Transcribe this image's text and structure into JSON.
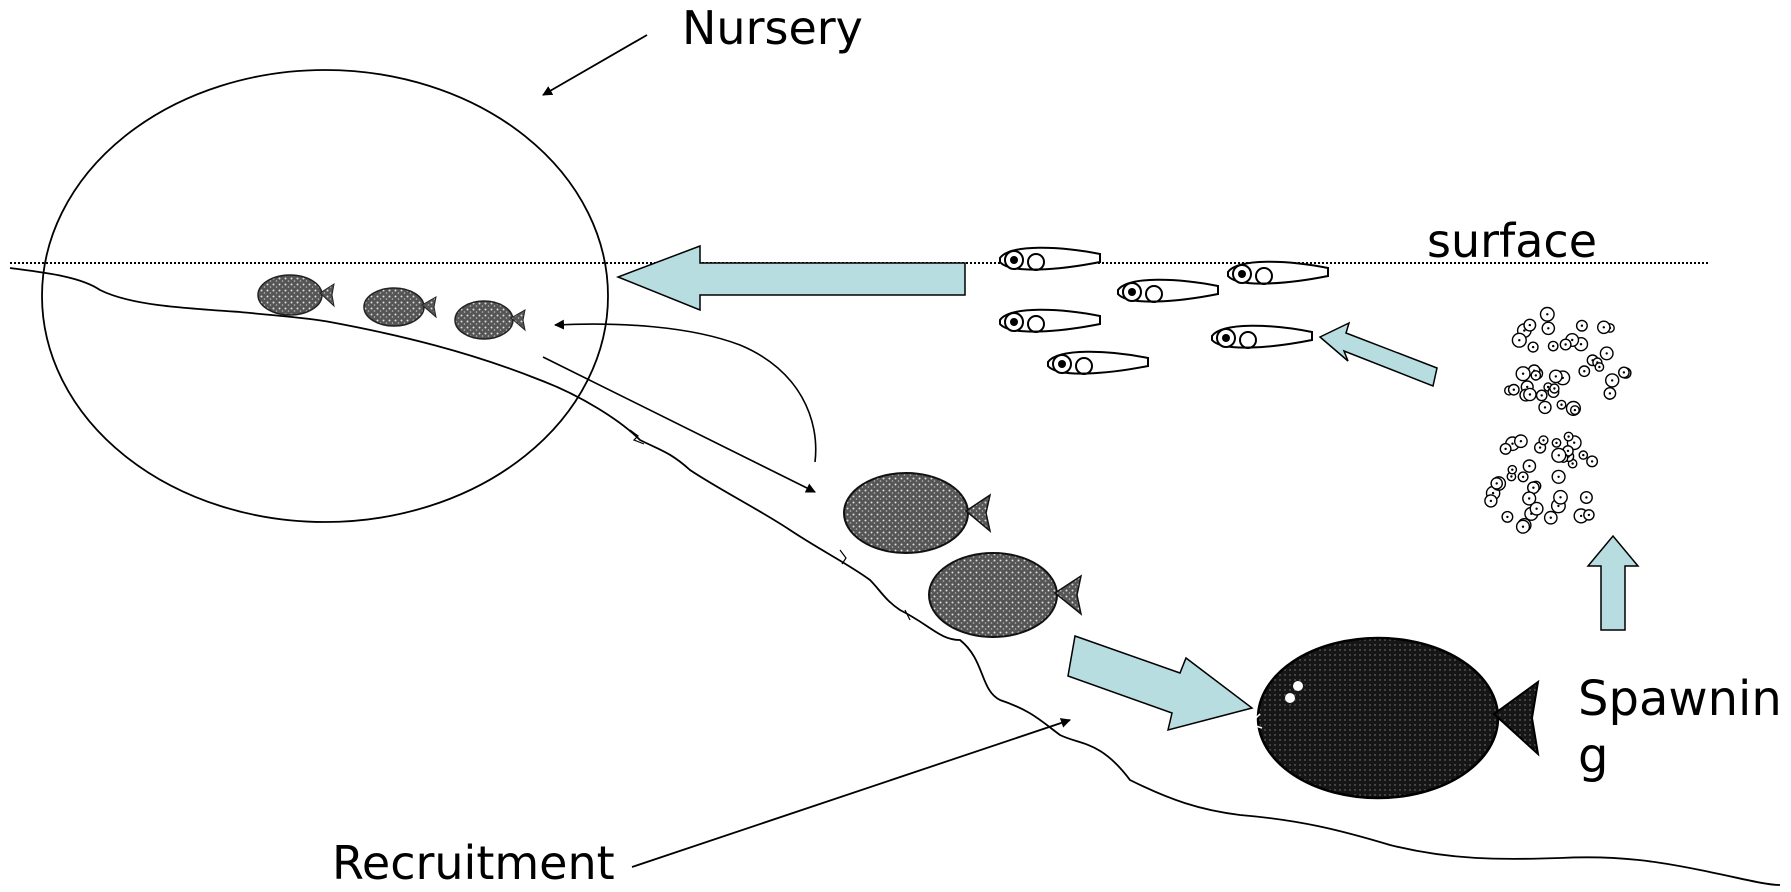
{
  "labels": {
    "nursery": "Nursery",
    "surface": "surface",
    "spawning_line1": "Spawnin",
    "spawning_line2": "g",
    "recruitment": "Recruitment"
  },
  "colors": {
    "arrow_fill": "#b8dde1",
    "ink": "#000000",
    "fish_dark": "#111111",
    "fish_mid": "#3a3a3a"
  },
  "icons": {
    "juvenile_fish": "flatfish-juvenile-icon",
    "adult_fish": "flatfish-adult-icon",
    "larva": "fish-larva-icon",
    "egg_cluster": "egg-cluster-icon"
  }
}
